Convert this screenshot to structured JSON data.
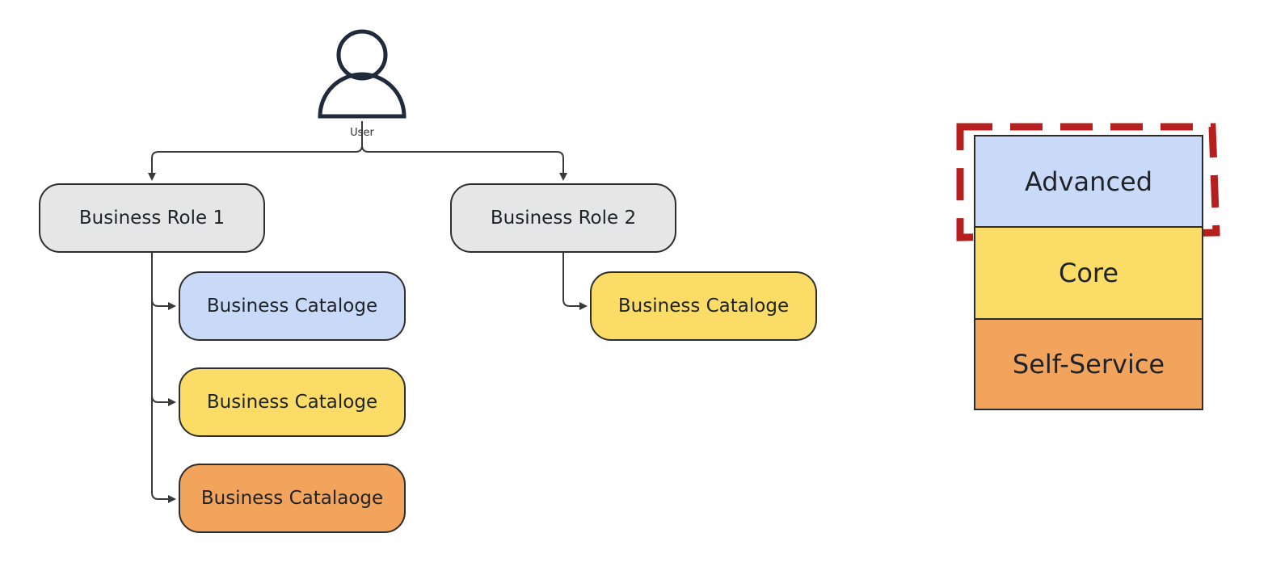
{
  "user": {
    "label": "User",
    "icon": "person-icon"
  },
  "roles": [
    {
      "label": "Business Role 1",
      "catalogs": [
        {
          "label": "Business Cataloge",
          "tier": "advanced"
        },
        {
          "label": "Business Cataloge",
          "tier": "core"
        },
        {
          "label": "Business Catalaoge",
          "tier": "self-service"
        }
      ]
    },
    {
      "label": "Business Role 2",
      "catalogs": [
        {
          "label": "Business Cataloge",
          "tier": "core"
        }
      ]
    }
  ],
  "tiers": [
    {
      "label": "Advanced",
      "color": "#c9daf8"
    },
    {
      "label": "Core",
      "color": "#fadc66"
    },
    {
      "label": "Self-Service",
      "color": "#f2a35c"
    }
  ],
  "colors": {
    "role_fill": "#e6e6e6",
    "stroke": "#2e2e2e",
    "highlight_dash": "#b5201e"
  }
}
